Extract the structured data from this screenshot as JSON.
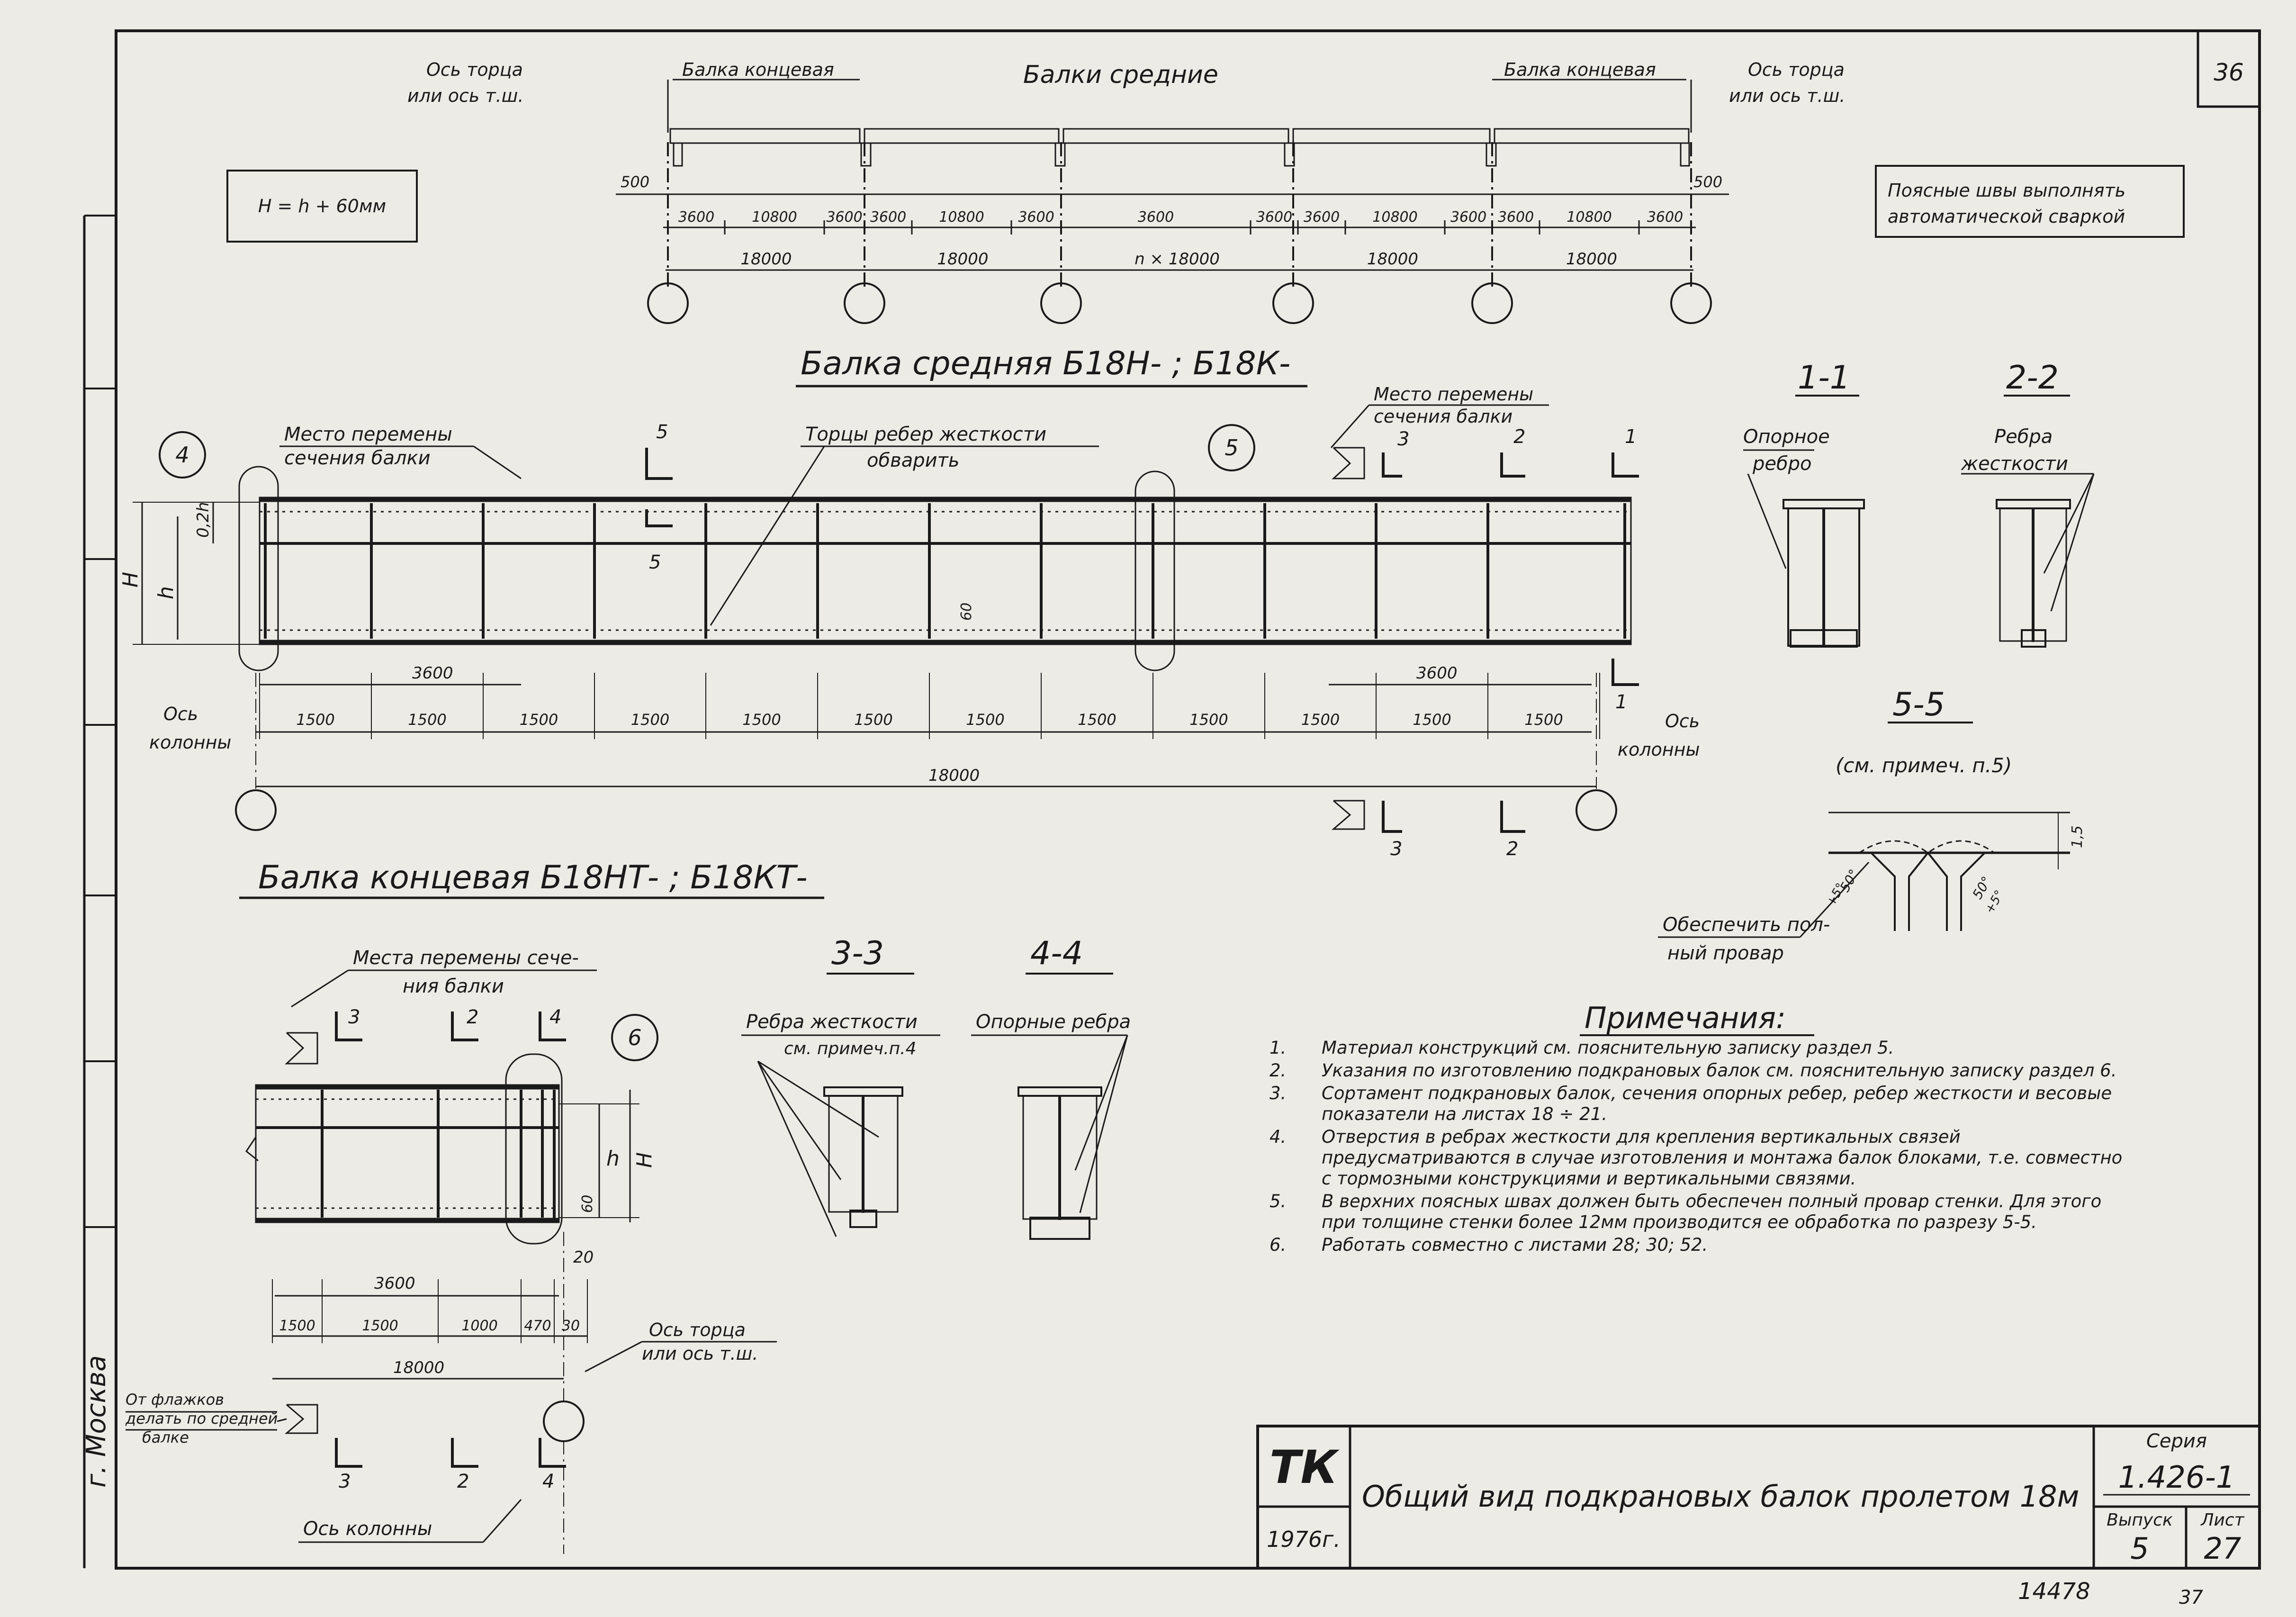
{
  "sheet_corner_number": "36",
  "height_note": "H = h + 60мм",
  "weld_note": [
    "Поясные швы выполнять",
    "автоматической сваркой"
  ],
  "overview": {
    "left_end_axis": [
      "Ось торца",
      "или ось т.ш."
    ],
    "right_end_axis": [
      "Ось торца",
      "или ось т.ш."
    ],
    "left_end_beam": "Балка концевая",
    "right_end_beam": "Балка концевая",
    "middle_beams": "Балки средние",
    "offset_left": "500",
    "offset_right": "500",
    "segments": [
      "3600",
      "10800",
      "3600",
      "3600",
      "10800",
      "3600",
      "3600",
      "3600",
      "3600",
      "10800",
      "3600",
      "3600",
      "10800",
      "3600"
    ],
    "spans": [
      "18000",
      "18000",
      "n × 18000",
      "18000",
      "18000"
    ]
  },
  "middle_beam": {
    "title": "Балка средняя Б18Н- ; Б18К-",
    "section_change_left": [
      "Место перемены",
      "сечения балки"
    ],
    "section_change_right": [
      "Место перемены",
      "сечения балки"
    ],
    "stiffener_ends": [
      "Торцы ребер жесткости",
      "обварить"
    ],
    "callout_left": "4",
    "callout_right": "5",
    "dim_H": "H",
    "dim_h": "h",
    "dim_02h": "0,2h",
    "dim_60": "60",
    "dim_3600_left": "3600",
    "dim_3600_right": "3600",
    "panels": [
      "1500",
      "1500",
      "1500",
      "1500",
      "1500",
      "1500",
      "1500",
      "1500",
      "1500",
      "1500",
      "1500",
      "1500"
    ],
    "total": "18000",
    "axis_left": [
      "Ось",
      "колонны"
    ],
    "axis_right": [
      "Ось",
      "колонны"
    ],
    "cut_5": "5",
    "cut_3": "3",
    "cut_2": "2",
    "cut_1": "1"
  },
  "sections": {
    "s11_title": "1-1",
    "s11_label": [
      "Опорное",
      "ребро"
    ],
    "s22_title": "2-2",
    "s22_label": [
      "Ребра",
      "жесткости"
    ],
    "s55_title": "5-5",
    "s55_note": "(см. примеч. п.5)",
    "s55_callout": [
      "Обеспечить пол-",
      "ный провар"
    ],
    "s55_dim": "1,5",
    "s55_angle_left": "50°",
    "s55_tol_left": "+5°",
    "s55_angle_right": "50°",
    "s55_tol_right": "+5°",
    "s33_title": "3-3",
    "s33_label": [
      "Ребра жесткости",
      "см. примеч.п.4"
    ],
    "s44_title": "4-4",
    "s44_label": "Опорные ребра"
  },
  "end_beam": {
    "title": "Балка концевая Б18НТ- ; Б18КТ-",
    "section_change": [
      "Места перемены сече-",
      "ния балки"
    ],
    "callout": "6",
    "cut_3": "3",
    "cut_2": "2",
    "cut_4": "4",
    "dim_h": "h",
    "dim_H": "H",
    "dim_60": "60",
    "dim_20": "20",
    "dim_3600": "3600",
    "segments": [
      "1500",
      "1500",
      "1000",
      "470",
      "30"
    ],
    "total": "18000",
    "end_axis": [
      "Ось торца",
      "или ось т.ш."
    ],
    "flags_note": [
      "От флажков",
      "делать по средней",
      "балке"
    ],
    "column_axis": "Ось колонны"
  },
  "notes": {
    "heading": "Примечания:",
    "items": [
      {
        "n": "1.",
        "text": "Материал конструкций см. пояснительную записку раздел 5."
      },
      {
        "n": "2.",
        "text": "Указания по изготовлению подкрановых балок см. пояснительную записку раздел 6."
      },
      {
        "n": "3.",
        "text": "Сортамент подкрановых балок, сечения опорных ребер, ребер жесткости и весовые показатели на листах 18 ÷ 21."
      },
      {
        "n": "4.",
        "text": "Отверстия в ребрах жесткости для крепления вертикальных связей предусматриваются в случае изготовления и монтажа балок блоками, т.е. совместно с тормозными конструкциями и вертикальными связями."
      },
      {
        "n": "5.",
        "text": "В верхних поясных швах должен быть обеспечен полный провар стенки. Для этого при толщине стенки более 12мм производится ее обработка по разрезу 5-5."
      },
      {
        "n": "6.",
        "text": "Работать совместно с листами 28; 30; 52."
      }
    ]
  },
  "title_block": {
    "org": "ТК",
    "year": "1976г.",
    "title": "Общий вид подкрановых балок пролетом 18м",
    "series_label": "Серия",
    "series": "1.426-1",
    "issue_label": "Выпуск",
    "issue": "5",
    "sheet_label": "Лист",
    "sheet": "27"
  },
  "city": "г. Москва",
  "bottom_numbers": [
    "14478",
    "37"
  ]
}
